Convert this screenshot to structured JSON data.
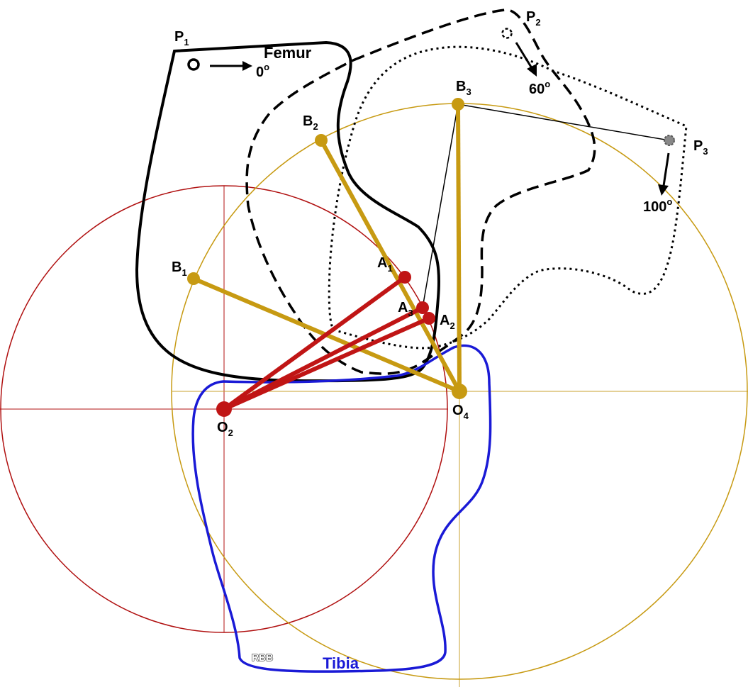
{
  "labels": {
    "femur": "Femur",
    "tibia": "Tibia",
    "rbb": "RBB",
    "angle_0": "0",
    "angle_60": "60",
    "angle_100": "100",
    "deg": "o",
    "p_main": "P",
    "b_main": "B",
    "a_main": "A",
    "o_main": "O",
    "sub_1": "1",
    "sub_2": "2",
    "sub_3": "3",
    "sub_4": "4"
  },
  "colors": {
    "femur": "#000000",
    "tibia": "#1a1ad6",
    "red_circle": "#b01010",
    "gold": "#c79a12",
    "gold_line": "#c8a22c",
    "red_link": "#c01515",
    "marker_grey": "#888888"
  }
}
